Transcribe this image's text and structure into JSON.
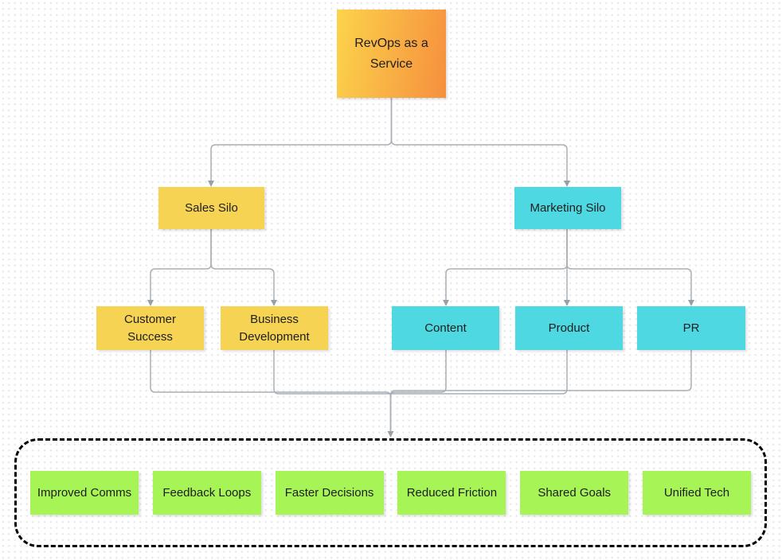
{
  "diagram": {
    "root": {
      "label": "RevOps as a Service"
    },
    "silos": [
      {
        "label": "Sales Silo"
      },
      {
        "label": "Marketing Silo"
      }
    ],
    "departments": [
      {
        "label": "Customer Success"
      },
      {
        "label": "Business Development"
      },
      {
        "label": "Content"
      },
      {
        "label": "Product"
      },
      {
        "label": "PR"
      }
    ],
    "outcomes": [
      {
        "label": "Improved Comms"
      },
      {
        "label": "Feedback Loops"
      },
      {
        "label": "Faster Decisions"
      },
      {
        "label": "Reduced Friction"
      },
      {
        "label": "Shared Goals"
      },
      {
        "label": "Unified Tech"
      }
    ]
  },
  "colors": {
    "root_gradient_start": "#FCD44B",
    "root_gradient_end": "#F68F3E",
    "silo_yellow": "#F6D353",
    "silo_cyan": "#4ED8E1",
    "outcome_green": "#A7F456",
    "connector_gray": "#A9AFB6",
    "arrowhead_gray": "#98A0A7",
    "container_border": "#000000",
    "text": "#1E1E1E",
    "grid_dot": "#E9E9E9"
  }
}
